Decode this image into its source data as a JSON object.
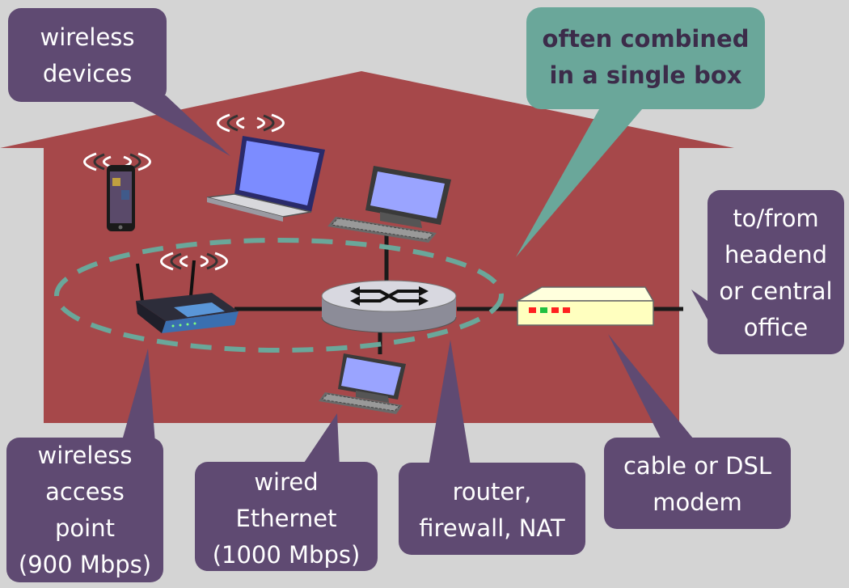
{
  "colors": {
    "background": "#d4d4d4",
    "house": "#a6484a",
    "callout": "#5f4a72",
    "callout_teal": "#6aa79a",
    "teal_text": "#3c2c4a",
    "dashed_ellipse": "#6aa79a",
    "modem": "#ffffbf",
    "modem_leds": [
      "#ff2020",
      "#20c040",
      "#ff2020",
      "#ff2020"
    ]
  },
  "callouts": {
    "wireless_devices": [
      "wireless",
      "devices"
    ],
    "single_box": [
      "often combined",
      "in a single box"
    ],
    "headend": [
      "to/from",
      "headend",
      "or central",
      "office"
    ],
    "access_point": [
      "wireless",
      "access",
      "point",
      "(900 Mbps)"
    ],
    "wired_ethernet": [
      "wired",
      "Ethernet",
      "(1000 Mbps)"
    ],
    "router": [
      "router,",
      "firewall, NAT"
    ],
    "modem": [
      "cable or DSL",
      "modem"
    ]
  },
  "icons": [
    "smartphone-icon",
    "laptop-icon",
    "desktop-computer-icon",
    "desktop-computer-icon",
    "wireless-access-point-icon",
    "router-icon",
    "modem-icon",
    "wireless-signal-icon"
  ]
}
